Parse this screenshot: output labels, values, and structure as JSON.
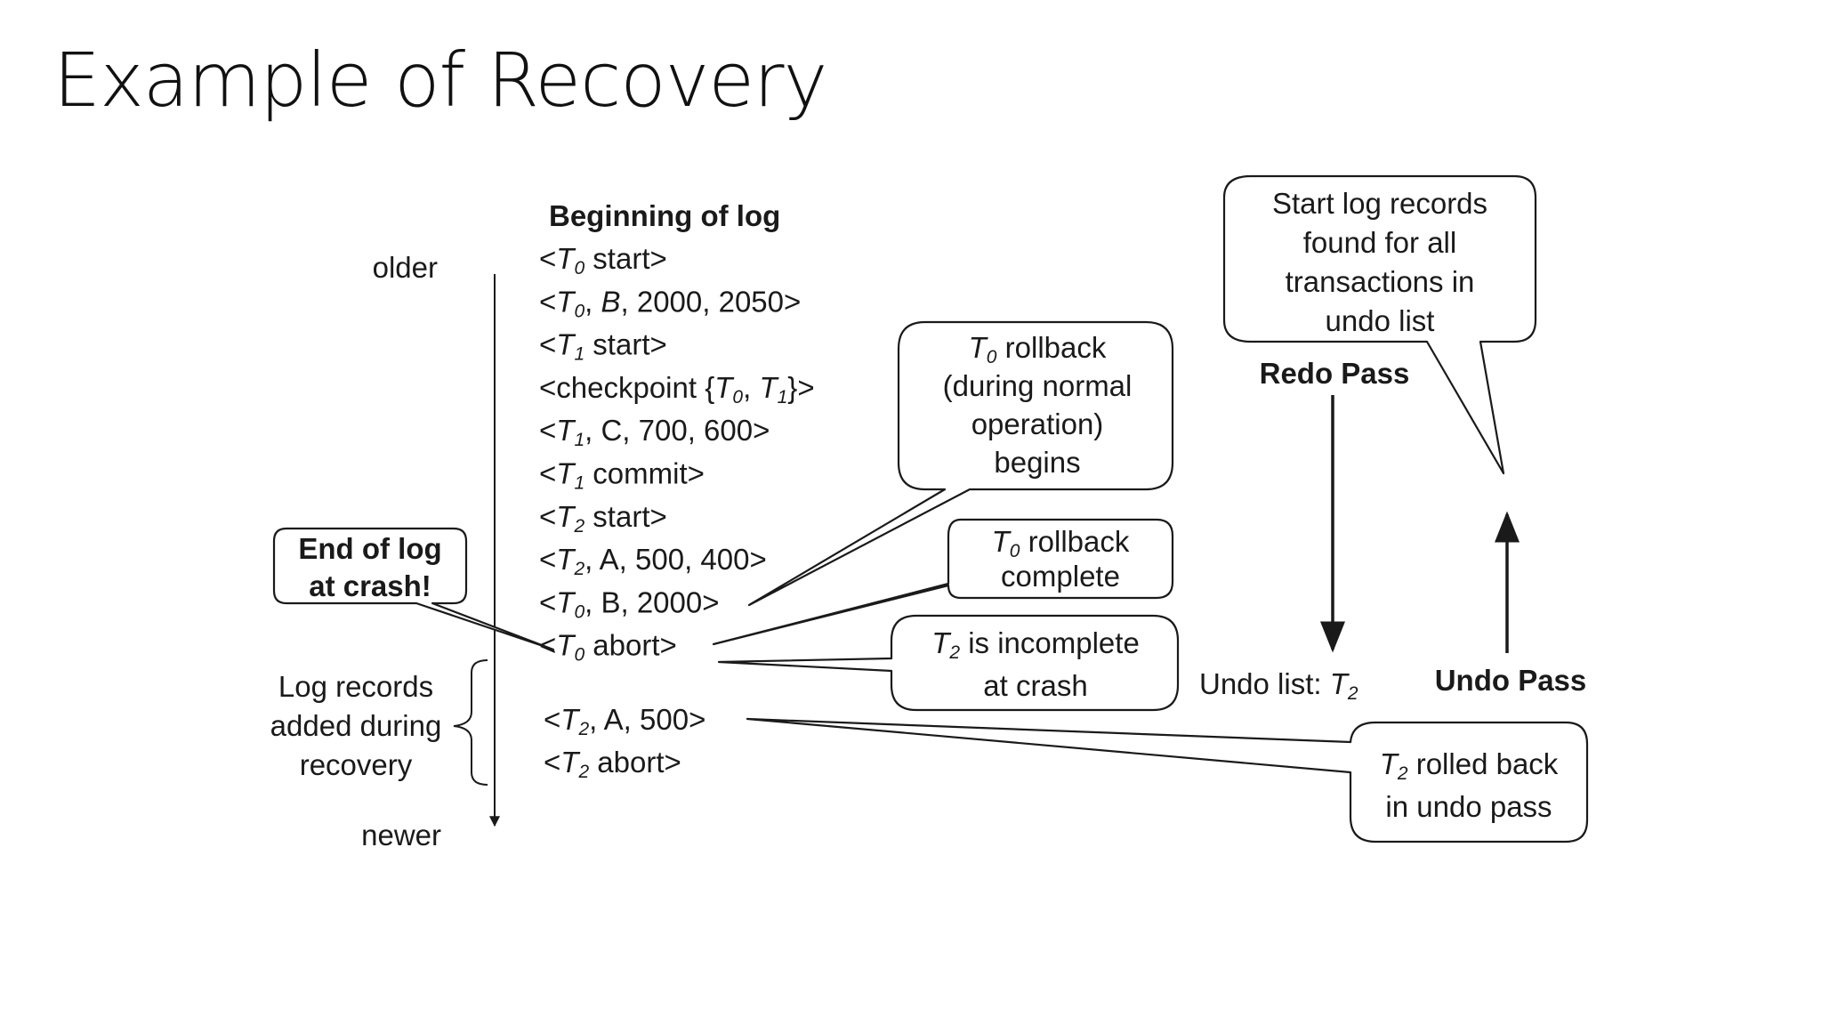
{
  "slide": {
    "title": "Example of Recovery"
  },
  "timeline": {
    "older": "older",
    "newer": "newer"
  },
  "log": {
    "heading": "Beginning of log",
    "entries": [
      [
        {
          "t": "<"
        },
        {
          "t": "T",
          "i": true
        },
        {
          "t": "0",
          "i": true,
          "sub": true
        },
        {
          "t": " start>"
        }
      ],
      [
        {
          "t": "<"
        },
        {
          "t": "T",
          "i": true
        },
        {
          "t": "0",
          "i": true,
          "sub": true
        },
        {
          "t": ", "
        },
        {
          "t": "B",
          "i": true
        },
        {
          "t": ", 2000, 2050>"
        }
      ],
      [
        {
          "t": "<"
        },
        {
          "t": "T",
          "i": true
        },
        {
          "t": "1",
          "i": true,
          "sub": true
        },
        {
          "t": " start>"
        }
      ],
      [
        {
          "t": "<checkpoint {"
        },
        {
          "t": "T",
          "i": true
        },
        {
          "t": "0",
          "i": true,
          "sub": true
        },
        {
          "t": ", "
        },
        {
          "t": "T",
          "i": true
        },
        {
          "t": "1",
          "i": true,
          "sub": true
        },
        {
          "t": "}>"
        }
      ],
      [
        {
          "t": "<"
        },
        {
          "t": "T",
          "i": true
        },
        {
          "t": "1",
          "i": true,
          "sub": true
        },
        {
          "t": ", C, 700, 600>"
        }
      ],
      [
        {
          "t": "<"
        },
        {
          "t": "T",
          "i": true
        },
        {
          "t": "1",
          "i": true,
          "sub": true
        },
        {
          "t": " commit>"
        }
      ],
      [
        {
          "t": "<"
        },
        {
          "t": "T",
          "i": true
        },
        {
          "t": "2",
          "i": true,
          "sub": true
        },
        {
          "t": " start>"
        }
      ],
      [
        {
          "t": "<"
        },
        {
          "t": "T",
          "i": true
        },
        {
          "t": "2",
          "i": true,
          "sub": true
        },
        {
          "t": ", A, 500, 400>"
        }
      ],
      [
        {
          "t": "<"
        },
        {
          "t": "T",
          "i": true
        },
        {
          "t": "0",
          "i": true,
          "sub": true
        },
        {
          "t": ", B, 2000>"
        }
      ],
      [
        {
          "t": "<"
        },
        {
          "t": "T",
          "i": true
        },
        {
          "t": "0",
          "i": true,
          "sub": true
        },
        {
          "t": " abort>"
        }
      ]
    ],
    "recovery_entries": [
      [
        {
          "t": "<"
        },
        {
          "t": "T",
          "i": true
        },
        {
          "t": "2",
          "i": true,
          "sub": true
        },
        {
          "t": ", A, 500>"
        }
      ],
      [
        {
          "t": "<"
        },
        {
          "t": "T",
          "i": true
        },
        {
          "t": "2",
          "i": true,
          "sub": true
        },
        {
          "t": " abort>"
        }
      ]
    ]
  },
  "labels": {
    "end_of_log": [
      "End of log",
      "at crash!"
    ],
    "recovery_records": [
      "Log records",
      "added during",
      "recovery"
    ],
    "redo_pass": "Redo Pass",
    "undo_pass": "Undo Pass",
    "undo_list": [
      {
        "t": "Undo list: "
      },
      {
        "t": "T",
        "i": true
      },
      {
        "t": "2",
        "i": true,
        "sub": true
      }
    ]
  },
  "callouts": {
    "start_records": [
      "Start log records",
      "found for all",
      "transactions in",
      "undo list"
    ],
    "t0_rollback_begins": [
      [
        {
          "t": "T",
          "i": true
        },
        {
          "t": "0",
          "i": true,
          "sub": true
        },
        {
          "t": "  rollback"
        }
      ],
      [
        {
          "t": "(during normal"
        }
      ],
      [
        {
          "t": "operation)"
        }
      ],
      [
        {
          "t": "begins"
        }
      ]
    ],
    "t0_rollback_complete": [
      [
        {
          "t": "T",
          "i": true
        },
        {
          "t": "0",
          "i": true,
          "sub": true
        },
        {
          "t": "  rollback"
        }
      ],
      [
        {
          "t": "complete"
        }
      ]
    ],
    "t2_incomplete": [
      [
        {
          "t": "T",
          "i": true
        },
        {
          "t": "2",
          "i": true,
          "sub": true
        },
        {
          "t": " is incomplete"
        }
      ],
      [
        {
          "t": "at crash"
        }
      ]
    ],
    "t2_rolled_back": [
      [
        {
          "t": "T",
          "i": true
        },
        {
          "t": "2",
          "i": true,
          "sub": true
        },
        {
          "t": " rolled back"
        }
      ],
      [
        {
          "t": "in undo pass"
        }
      ]
    ]
  }
}
